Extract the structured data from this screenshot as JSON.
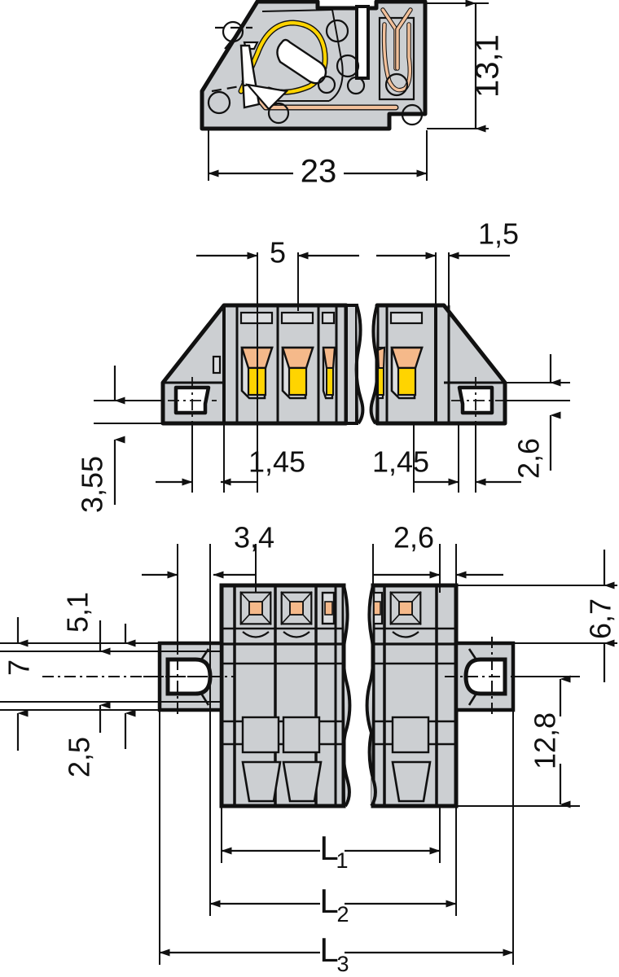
{
  "drawing": {
    "type": "engineering-dimensioned-drawing",
    "subject": "PCB terminal block / female connector, 5 mm pin spacing",
    "units": "mm",
    "decimal_separator": ",",
    "background_color": "#ffffff",
    "line_color": "#111111",
    "body_fill": "#cccfd2",
    "body_fill_light": "#dcdee0",
    "clamp_orange": "#f5b98a",
    "lever_yellow": "#ffd400",
    "copper": "#f2c09a",
    "views": [
      {
        "id": "side-section",
        "name": "side-section-view"
      },
      {
        "id": "front-view",
        "name": "front-elevation-view"
      },
      {
        "id": "top-view",
        "name": "bottom-plan-view"
      }
    ]
  },
  "dimensions": {
    "side_height": "13,1",
    "side_width": "23",
    "front_pitch": "5",
    "front_edge_right": "1,5",
    "front_left_pitch": "1,45",
    "front_right_pitch": "1,45",
    "front_lower_left": "3,55",
    "front_lower_right": "2,6",
    "plan_pitch_left": "3,4",
    "plan_pitch_right": "2,6",
    "plan_right_offset": "6,7",
    "plan_left_7": "7",
    "plan_left_51": "5,1",
    "plan_left_25": "2,5",
    "plan_right_128": "12,8",
    "length_1_base": "L",
    "length_1_sub": "1",
    "length_2_base": "L",
    "length_2_sub": "2",
    "length_3_base": "L",
    "length_3_sub": "3"
  }
}
